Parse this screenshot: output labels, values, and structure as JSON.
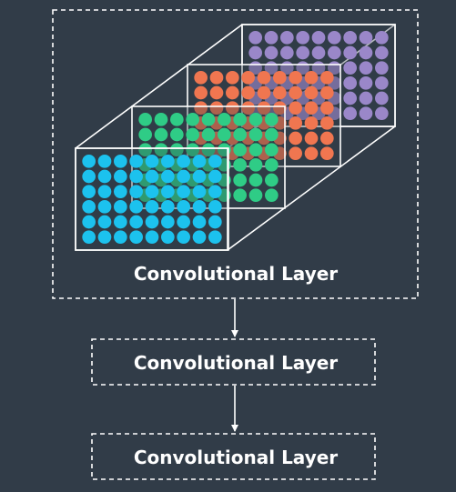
{
  "colors": {
    "background": "#313c48",
    "stroke": "#ffffff",
    "layer_1": "#9a87c9",
    "layer_2": "#f07650",
    "layer_3": "#2fcc86",
    "layer_4": "#1cc2ee"
  },
  "feature_maps": [
    {
      "color": "purple",
      "rows": 6,
      "cols": 9
    },
    {
      "color": "orange",
      "rows": 6,
      "cols": 9
    },
    {
      "color": "green",
      "rows": 6,
      "cols": 9
    },
    {
      "color": "cyan",
      "rows": 6,
      "cols": 9
    }
  ],
  "layers": [
    {
      "label": "Convolutional Layer"
    },
    {
      "label": "Convolutional Layer"
    },
    {
      "label": "Convolutional Layer"
    }
  ]
}
